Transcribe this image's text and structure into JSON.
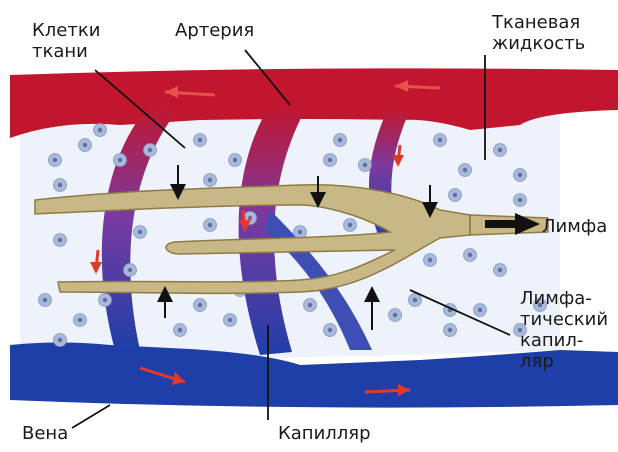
{
  "labels": {
    "tissue_cells": "Клетки\nткани",
    "artery": "Артерия",
    "interstitial_fluid": "Тканевая\nжидкость",
    "lymph": "Лимфа",
    "lymphatic_capillary": "Лимфа-\nтический\nкапил-\nляр",
    "vein": "Вена",
    "capillary": "Капилляр"
  },
  "colors": {
    "artery": "#c2162e",
    "vein": "#1f3fa8",
    "lymph_vessel": "#c8b886",
    "lymph_outline": "#8e7a46",
    "tissue": "#eef3fb",
    "cell": "#a9b9da",
    "cell_nucleus": "#5e6f9c",
    "flow_arrow_artery": "#e8504a",
    "flow_arrow_vein": "#e23a2a",
    "pointer": "#111111"
  }
}
